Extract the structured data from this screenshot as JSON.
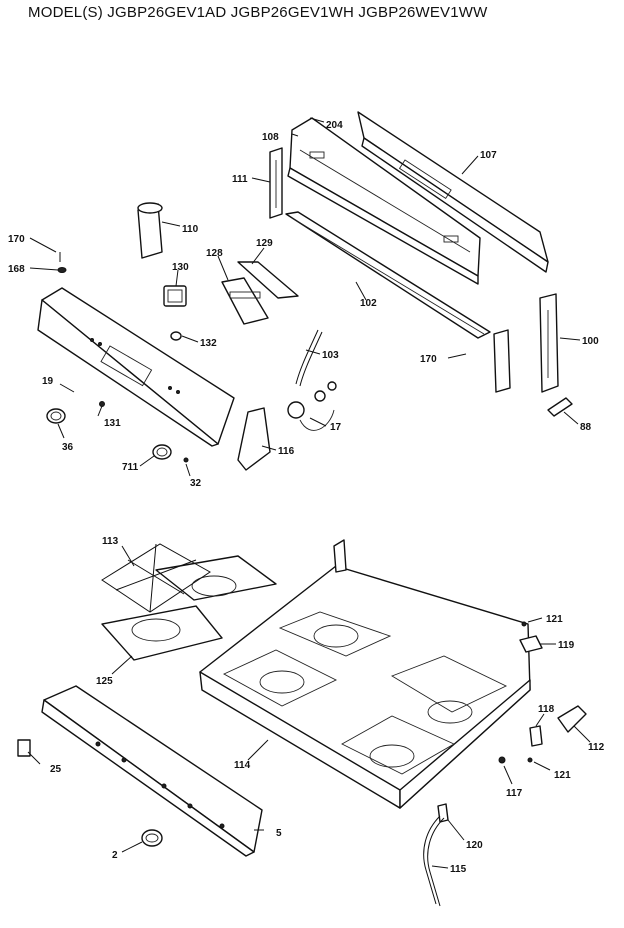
{
  "header": {
    "models": "MODEL(S) JGBP26GEV1AD  JGBP26GEV1WH  JGBP26WEV1WW"
  },
  "callouts": [
    {
      "id": "204",
      "label": "204"
    },
    {
      "id": "108",
      "label": "108"
    },
    {
      "id": "107",
      "label": "107"
    },
    {
      "id": "111",
      "label": "111"
    },
    {
      "id": "110",
      "label": "110"
    },
    {
      "id": "170a",
      "label": "170"
    },
    {
      "id": "168",
      "label": "168"
    },
    {
      "id": "128",
      "label": "128"
    },
    {
      "id": "129",
      "label": "129"
    },
    {
      "id": "130",
      "label": "130"
    },
    {
      "id": "102",
      "label": "102"
    },
    {
      "id": "100",
      "label": "100"
    },
    {
      "id": "132",
      "label": "132"
    },
    {
      "id": "103",
      "label": "103"
    },
    {
      "id": "170b",
      "label": "170"
    },
    {
      "id": "19",
      "label": "19"
    },
    {
      "id": "131",
      "label": "131"
    },
    {
      "id": "36",
      "label": "36"
    },
    {
      "id": "17",
      "label": "17"
    },
    {
      "id": "88",
      "label": "88"
    },
    {
      "id": "116",
      "label": "116"
    },
    {
      "id": "711",
      "label": "711"
    },
    {
      "id": "32",
      "label": "32"
    },
    {
      "id": "113",
      "label": "113"
    },
    {
      "id": "121a",
      "label": "121"
    },
    {
      "id": "119",
      "label": "119"
    },
    {
      "id": "125",
      "label": "125"
    },
    {
      "id": "118",
      "label": "118"
    },
    {
      "id": "112",
      "label": "112"
    },
    {
      "id": "25",
      "label": "25"
    },
    {
      "id": "114",
      "label": "114"
    },
    {
      "id": "117",
      "label": "117"
    },
    {
      "id": "121b",
      "label": "121"
    },
    {
      "id": "5",
      "label": "5"
    },
    {
      "id": "120",
      "label": "120"
    },
    {
      "id": "2",
      "label": "2"
    },
    {
      "id": "115",
      "label": "115"
    }
  ]
}
